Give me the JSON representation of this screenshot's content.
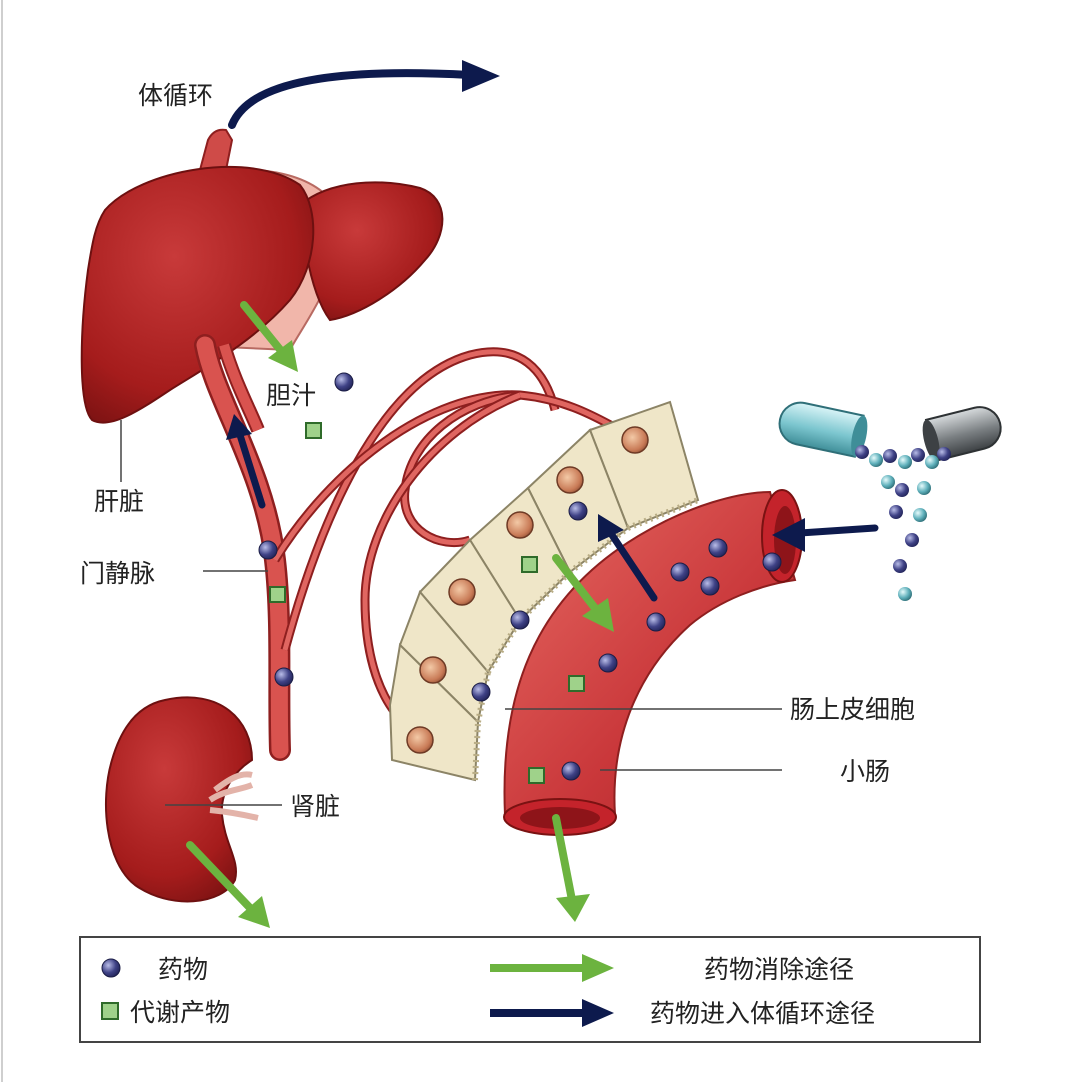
{
  "labels": {
    "systemic_circulation": "体循环",
    "bile": "胆汁",
    "liver": "肝脏",
    "portal_vein": "门静脉",
    "kidney": "肾脏",
    "intestinal_epithelial_cells": "肠上皮细胞",
    "small_intestine": "小肠"
  },
  "legend": {
    "drug": "药物",
    "metabolite": "代谢产物",
    "elimination_pathway": "药物消除途径",
    "circulation_pathway": "药物进入体循环途径"
  },
  "colors": {
    "organ_red": "#a51c1c",
    "vessel_red": "#d9534f",
    "vessel_outline": "#8e1f1f",
    "drug_dot": "#3a3d7a",
    "metabolite_square": "#9fd28a",
    "green_arrow": "#6cb33f",
    "navy_arrow": "#0d1a4d",
    "cell_fill": "#efe6c8",
    "capsule_cyan": "#7cc6cf",
    "capsule_gray": "#7a7f82"
  }
}
